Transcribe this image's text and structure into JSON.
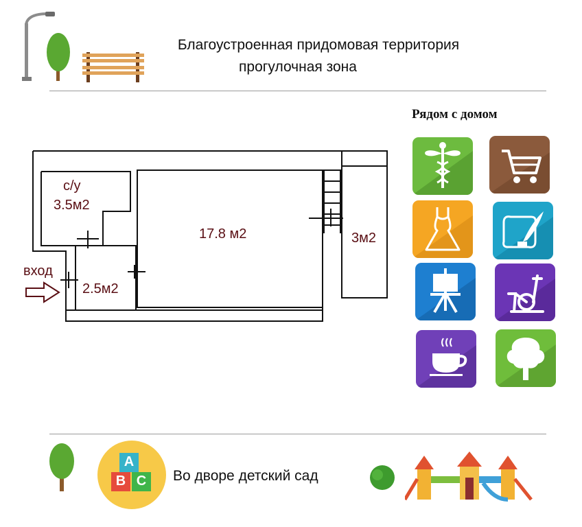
{
  "header": {
    "line1": "Благоустроенная придомовая территория",
    "line2": "прогулочная зона"
  },
  "plan": {
    "main_room": "17.8 м2",
    "bathroom_label": "с/у",
    "bathroom_area": "3.5м2",
    "hall_area": "2.5м2",
    "side_room": "3м2",
    "entrance": "вход"
  },
  "nearby": {
    "title": "Рядом с домом",
    "tiles": [
      {
        "icon": "caduceus-icon",
        "color": "#6dbb3f"
      },
      {
        "icon": "shopping-cart-icon",
        "color": "#8b5a3c"
      },
      {
        "icon": "dress-icon",
        "color": "#f5a623"
      },
      {
        "icon": "quill-scroll-icon",
        "color": "#1fa4c9"
      },
      {
        "icon": "easel-icon",
        "color": "#1e7fd0"
      },
      {
        "icon": "exercise-bike-icon",
        "color": "#6b35b5"
      },
      {
        "icon": "coffee-cup-icon",
        "color": "#7040b8"
      },
      {
        "icon": "tree-icon",
        "color": "#6fbd3b"
      }
    ]
  },
  "footer": {
    "kindergarten": "Во дворе детский сад",
    "abc_letters": [
      "A",
      "B",
      "C"
    ]
  }
}
